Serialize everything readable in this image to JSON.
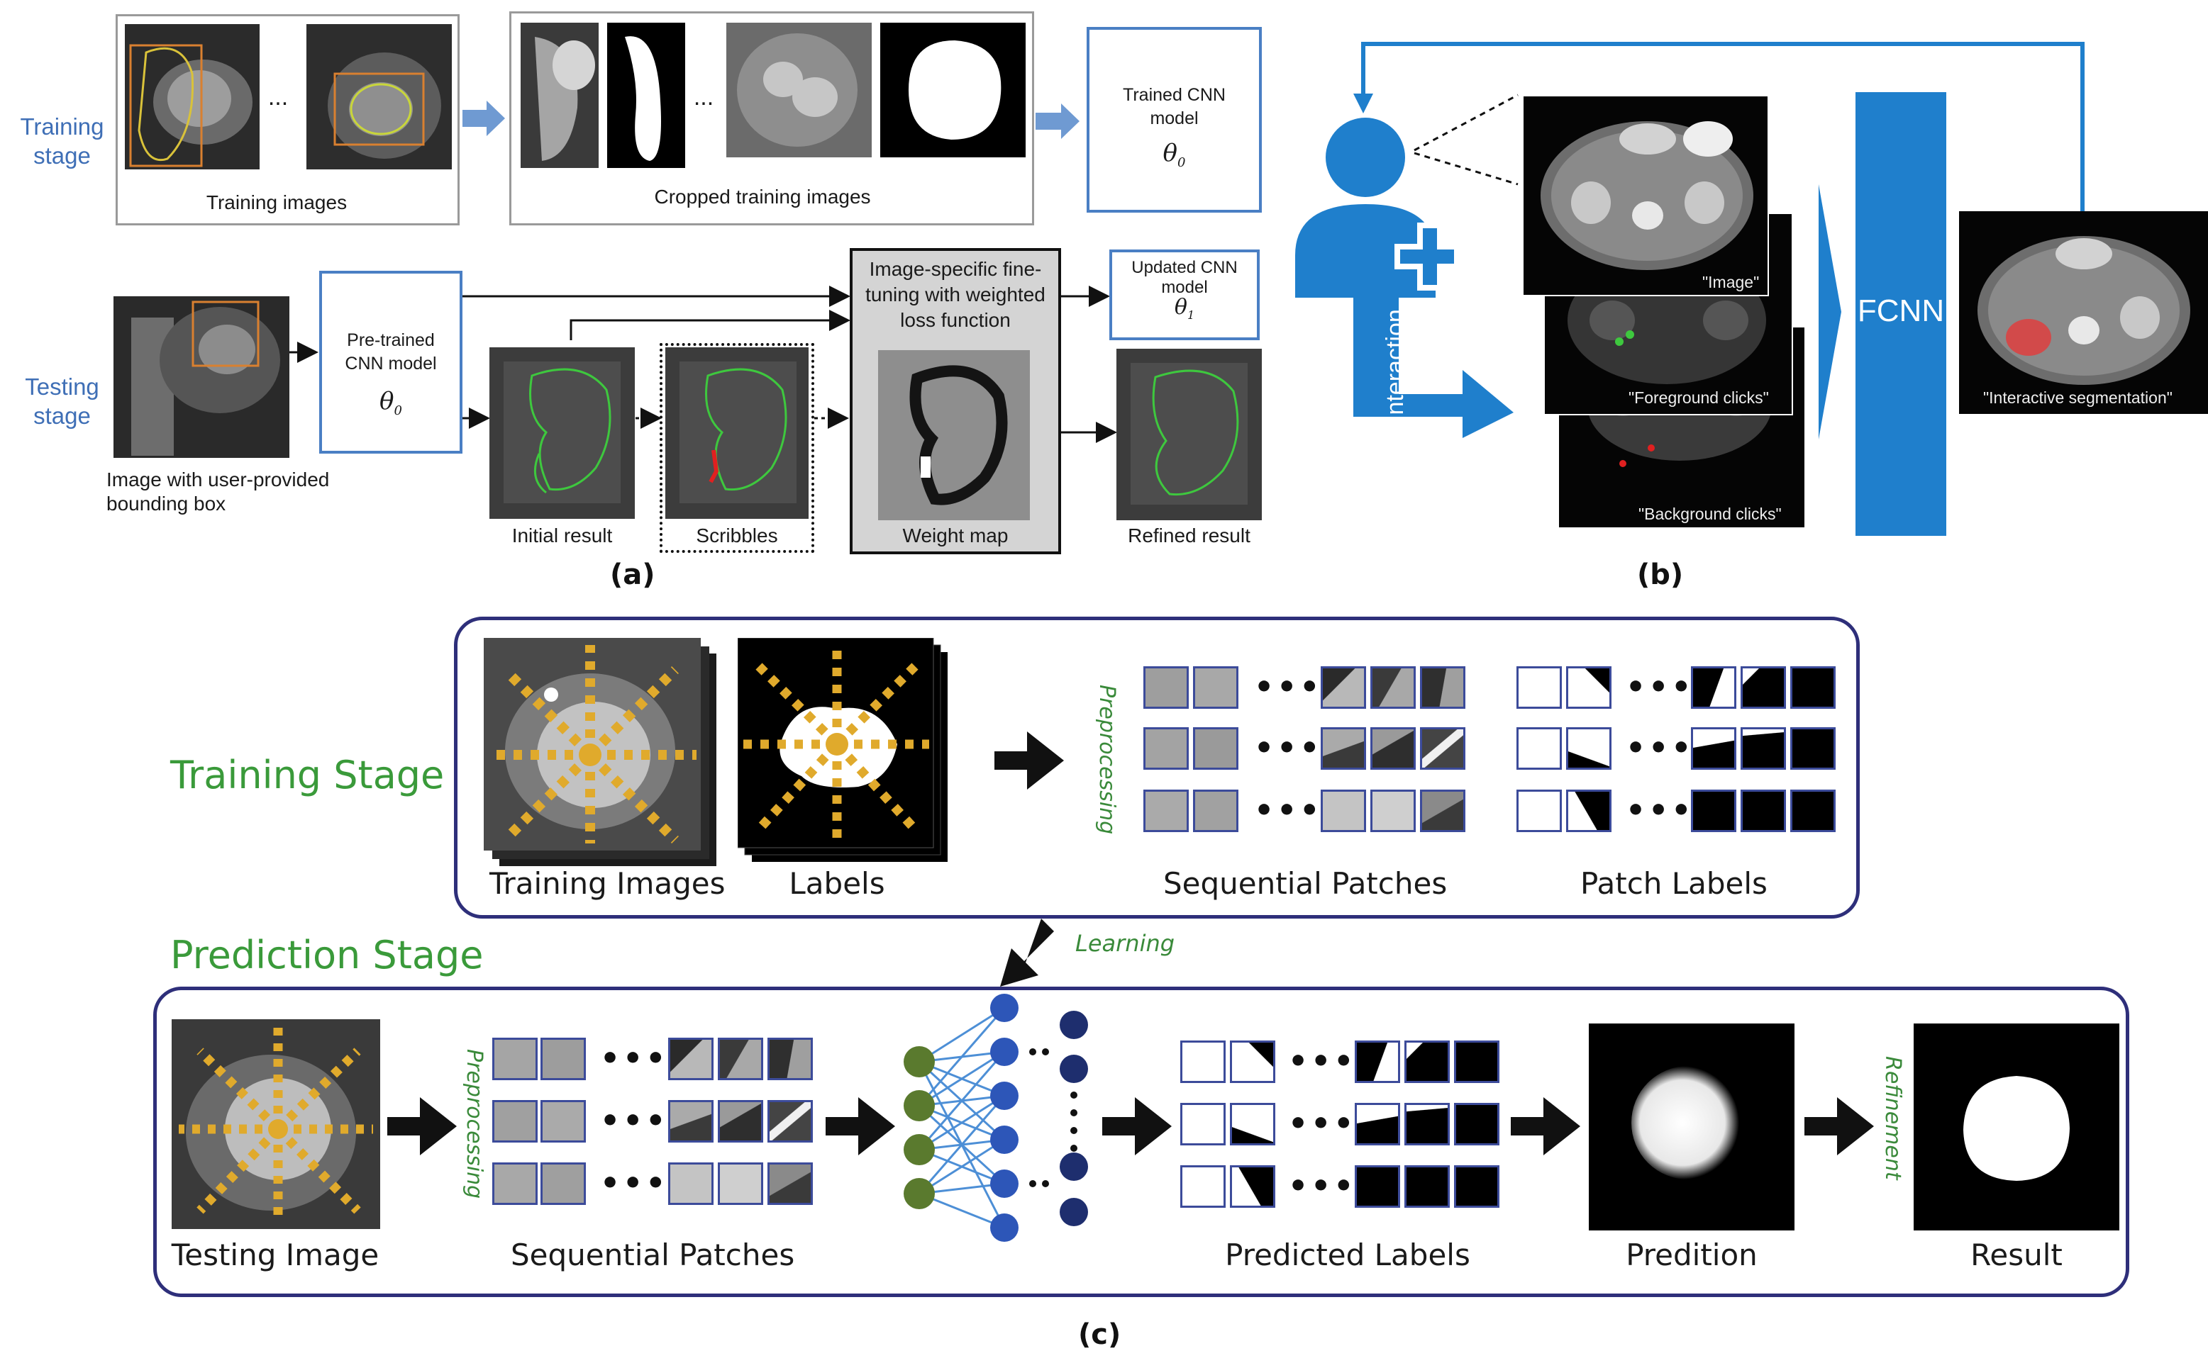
{
  "panel_a": {
    "training_stage": "Training\nstage",
    "testing_stage": "Testing\nstage",
    "training_images": "Training images",
    "cropped_training_images": "Cropped training images",
    "trained_model_line1": "Trained CNN",
    "trained_model_line2": "model",
    "theta0": "θ",
    "theta0_sub": "0",
    "pretrained_line1": "Pre-trained",
    "pretrained_line2": "CNN model",
    "finetune_line1": "Image-specific  fine-",
    "finetune_line2": "tuning with weighted",
    "finetune_line3": "loss function",
    "updated_line1": "Updated CNN",
    "updated_line2": "model",
    "theta1_sub": "1",
    "image_bbox_line1": "Image with user-provided",
    "image_bbox_line2": "bounding box",
    "initial_result": "Initial result",
    "scribbles": "Scribbles",
    "weight_map": "Weight map",
    "refined_result": "Refined result",
    "ellipsis": "...",
    "letter": "(a)"
  },
  "panel_b": {
    "interaction": "Interaction",
    "image_caption": "\"Image\"",
    "foreground_caption": "\"Foreground clicks\"",
    "background_caption": "\"Background clicks\"",
    "fcnn": "FCNN",
    "interactive_caption": "\"Interactive segmentation\"",
    "letter": "(b)"
  },
  "panel_c": {
    "training_stage": "Training Stage",
    "prediction_stage": "Prediction Stage",
    "training_images": "Training Images",
    "labels": "Labels",
    "preprocessing": "Preprocessing",
    "sequential_patches": "Sequential Patches",
    "patch_labels": "Patch Labels",
    "learning": "Learning",
    "testing_image": "Testing Image",
    "predicted_labels": "Predicted Labels",
    "predition": "Predition",
    "refinement": "Refinement",
    "result": "Result",
    "dots": "•••",
    "letter": "(c)"
  },
  "colors": {
    "blue_accent": "#4a7fc4",
    "fcnn_blue": "#1f7fcc",
    "green_title": "#3a9a3a",
    "navy_border": "#2e2f7a",
    "marker_yellow": "#e0aa2c"
  }
}
